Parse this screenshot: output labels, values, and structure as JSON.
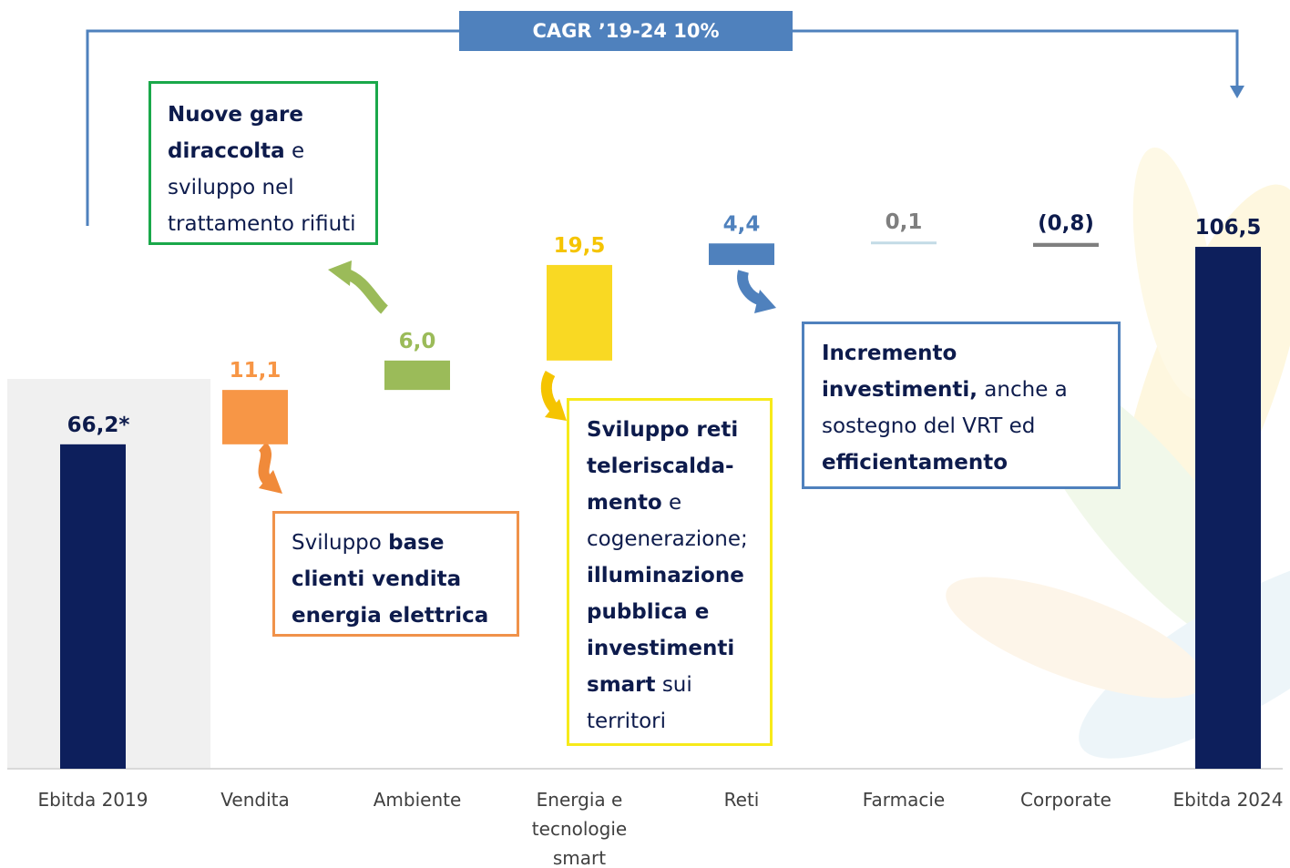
{
  "chart_data": {
    "type": "bar",
    "subtype": "waterfall",
    "categories": [
      "Ebitda 2019",
      "Vendita",
      "Ambiente",
      "Energia e tecnologie smart",
      "Reti",
      "Farmacie",
      "Corporate",
      "Ebitda 2024"
    ],
    "category_lines": [
      [
        "Ebitda 2019"
      ],
      [
        "Vendita"
      ],
      [
        "Ambiente"
      ],
      [
        "Energia e",
        "tecnologie",
        "smart"
      ],
      [
        "Reti"
      ],
      [
        "Farmacie"
      ],
      [
        "Corporate"
      ],
      [
        "Ebitda 2024"
      ]
    ],
    "values": [
      66.2,
      11.1,
      6.0,
      19.5,
      4.4,
      0.1,
      -0.8,
      106.5
    ],
    "kinds": [
      "total",
      "delta",
      "delta",
      "delta",
      "delta",
      "delta",
      "delta",
      "total"
    ],
    "data_labels": [
      "66,2*",
      "11,1",
      "6,0",
      "19,5",
      "4,4",
      "0,1",
      "(0,8)",
      "106,5"
    ],
    "colors": [
      "#0d1f5c",
      "#f79646",
      "#9bbb59",
      "#f9d923",
      "#4f81bd",
      "#c3dbe6",
      "#7f7f7f",
      "#0d1f5c"
    ],
    "label_colors": [
      "#0d1b4c",
      "#f79646",
      "#9bbb59",
      "#f5c400",
      "#4f81bd",
      "#7f7f7f",
      "#0d1b4c",
      "#0d1b4c"
    ],
    "ylim": [
      0,
      130
    ],
    "annotation": "CAGR ’19-24  10%"
  },
  "cagr": {
    "label": "CAGR ’19-24  10%"
  },
  "callouts": {
    "ambiente": [
      {
        "text": "Nuove gare di",
        "bold": true
      },
      {
        "text": "raccolta",
        "bold": true
      },
      {
        "text": " e",
        "bold": false
      },
      {
        "text": "sviluppo nel",
        "bold": false,
        "br": true
      },
      {
        "text": "trattamento rifiuti",
        "bold": false,
        "br": true
      }
    ],
    "vendita": [
      {
        "text": "Sviluppo ",
        "bold": false
      },
      {
        "text": "base",
        "bold": true
      },
      {
        "text": "clienti vendita",
        "bold": true,
        "br": true
      },
      {
        "text": "energia elettrica",
        "bold": true,
        "br": true
      }
    ],
    "energia": [
      {
        "text": "Sviluppo reti",
        "bold": true
      },
      {
        "text": "teleriscalda-",
        "bold": true,
        "br": true
      },
      {
        "text": "mento",
        "bold": true,
        "br": true
      },
      {
        "text": " e",
        "bold": false
      },
      {
        "text": "cogenerazione;",
        "bold": false,
        "br": true
      },
      {
        "text": "illuminazione",
        "bold": true,
        "br": true
      },
      {
        "text": "pubblica e",
        "bold": true,
        "br": true
      },
      {
        "text": "investimenti",
        "bold": true,
        "br": true
      },
      {
        "text": "smart",
        "bold": true,
        "br": true
      },
      {
        "text": " sui",
        "bold": false
      },
      {
        "text": "territori",
        "bold": false,
        "br": true
      }
    ],
    "reti": [
      {
        "text": "Incremento",
        "bold": true
      },
      {
        "text": "investimenti,",
        "bold": true,
        "br": true
      },
      {
        "text": " anche a",
        "bold": false
      },
      {
        "text": "sostegno del VRT ed",
        "bold": false,
        "br": true
      },
      {
        "text": "efficientamento",
        "bold": true,
        "br": true
      }
    ]
  },
  "colors": {
    "navy": "#0d1f5c",
    "accent_blue": "#4f81bd",
    "green_border": "#1aa84a",
    "orange": "#f79646",
    "yellow_border": "#f7ea1a",
    "olive": "#9bbb59"
  }
}
